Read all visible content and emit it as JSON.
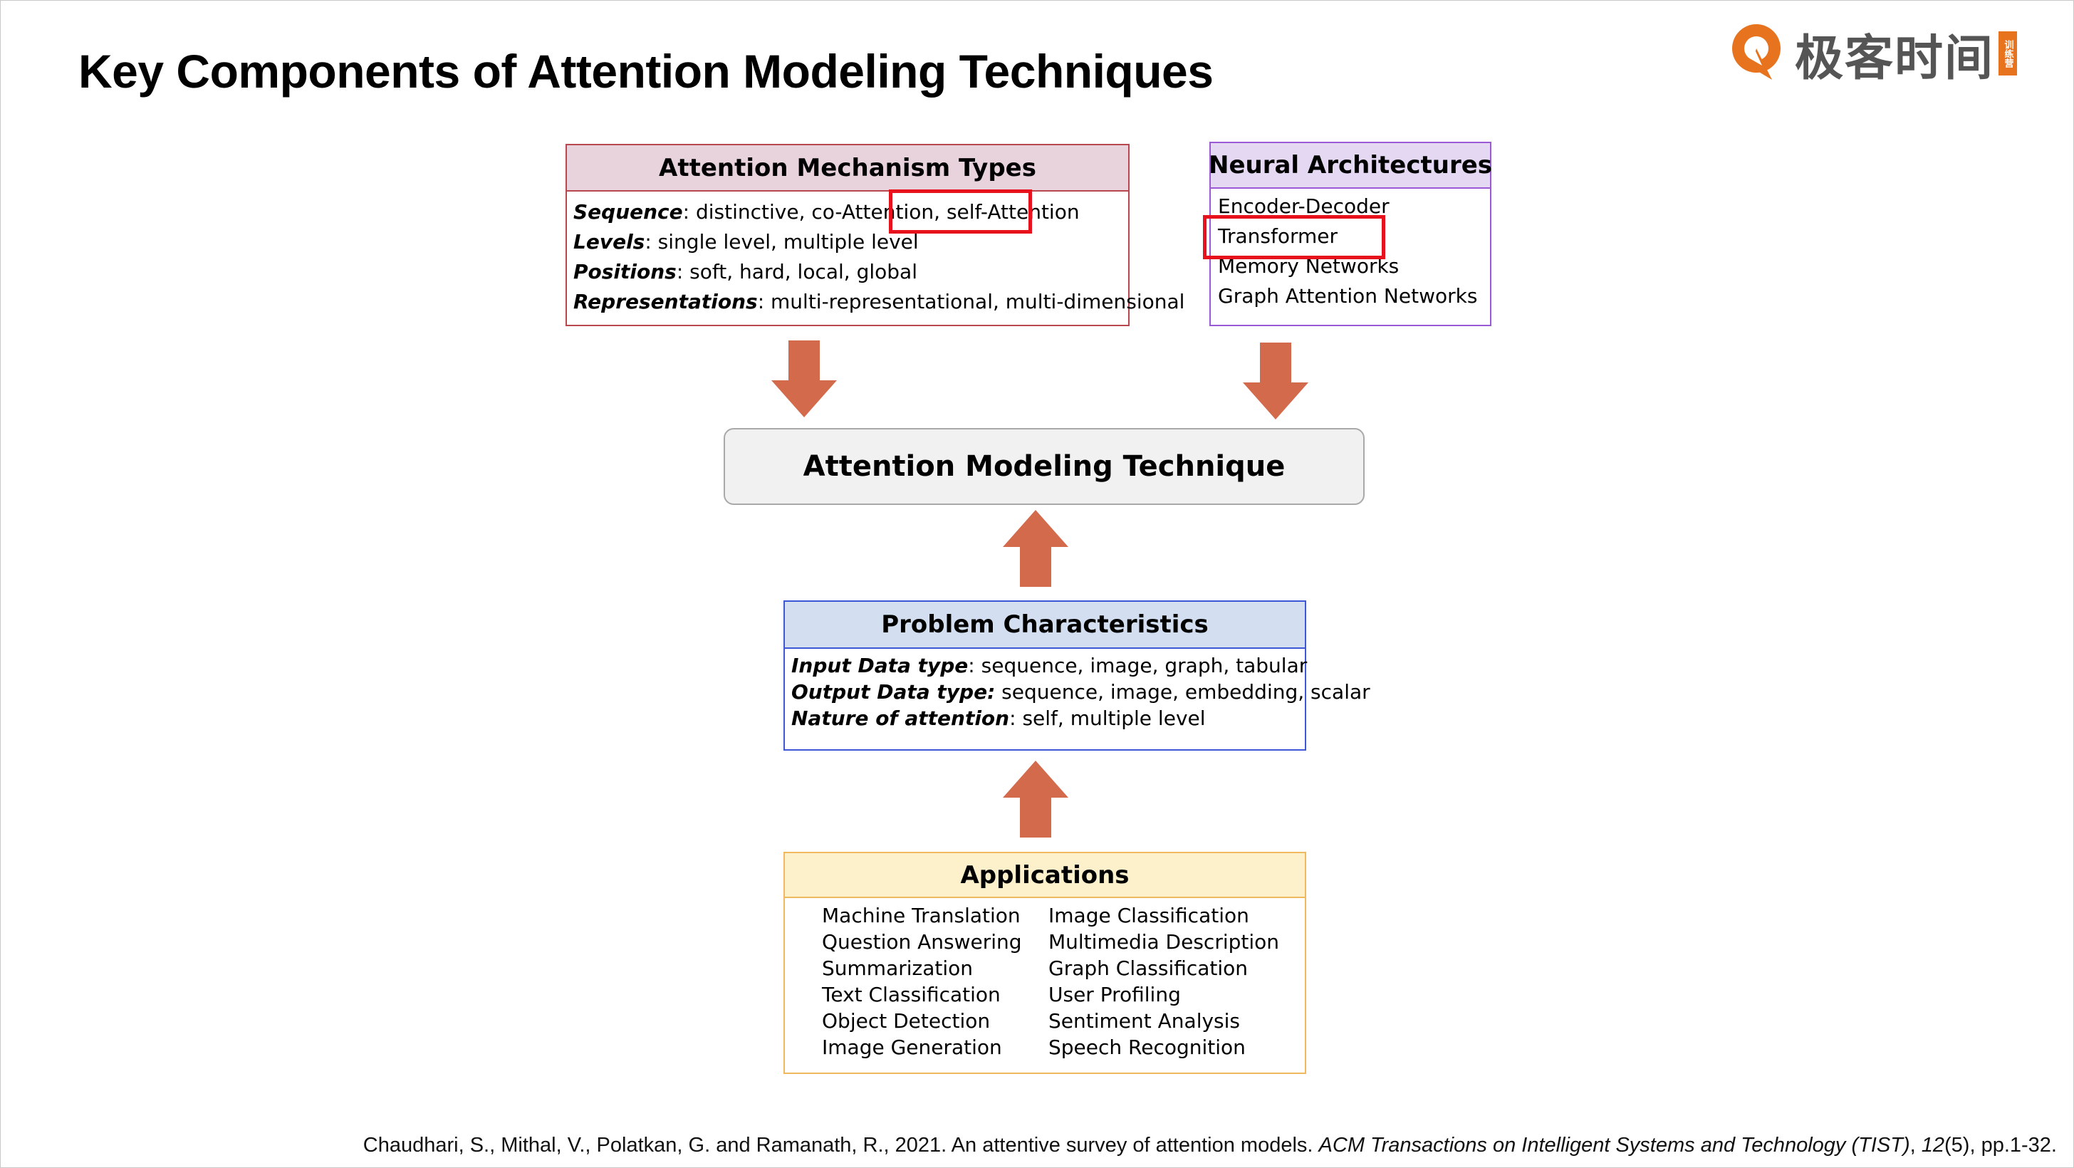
{
  "slide": {
    "title": "Key Components of Attention Modeling Techniques"
  },
  "logo": {
    "text": "极客时间",
    "tag": "训练营",
    "accent_color": "#e8731e",
    "icon": "geektime-logo-icon"
  },
  "attention_mechanism_types": {
    "title": "Attention Mechanism Types",
    "rows": [
      {
        "term": "Sequence",
        "desc": ": distinctive, co-Attention, ",
        "highlight": "self-Attention"
      },
      {
        "term": "Levels",
        "desc": ": single level, multiple level"
      },
      {
        "term": "Positions",
        "desc": ": soft, hard, local, global"
      },
      {
        "term": "Representations",
        "desc": ": multi-representational, multi-dimensional"
      }
    ]
  },
  "neural_architectures": {
    "title": "Neural Architectures",
    "items": [
      "Encoder-Decoder",
      "Transformer",
      "Memory Networks",
      "Graph Attention Networks"
    ],
    "highlighted_item": "Transformer"
  },
  "attention_modeling_technique": {
    "label": "Attention Modeling Technique"
  },
  "problem_characteristics": {
    "title": "Problem Characteristics",
    "rows": [
      {
        "term": "Input Data type",
        "desc": ": sequence, image, graph, tabular"
      },
      {
        "term": "Output Data type:",
        "desc": " sequence, image, embedding, scalar"
      },
      {
        "term": "Nature of attention",
        "desc": ": self, multiple level"
      }
    ]
  },
  "applications": {
    "title": "Applications",
    "left": [
      "Machine Translation",
      "Question Answering",
      "Summarization",
      "Text Classification",
      "Object Detection",
      "Image Generation"
    ],
    "right": [
      "Image Classification",
      "Multimedia Description",
      "Graph Classification",
      "User Profiling",
      "Sentiment Analysis",
      "Speech Recognition"
    ]
  },
  "citation": {
    "authors": "Chaudhari, S., Mithal, V., Polatkan, G. and Ramanath, R., 2021. An attentive survey of attention models. ",
    "journal": "ACM Transactions on Intelligent Systems and Technology (TIST)",
    "sep": ", ",
    "volume": "12",
    "rest": "(5), pp.1-32."
  },
  "colors": {
    "arrow": "#d46a4c",
    "highlight": "#e8121d",
    "mechanism_border": "#b8474f",
    "neural_border": "#9a5ad6",
    "problem_border": "#3d57d6",
    "applications_border": "#f0b960"
  }
}
